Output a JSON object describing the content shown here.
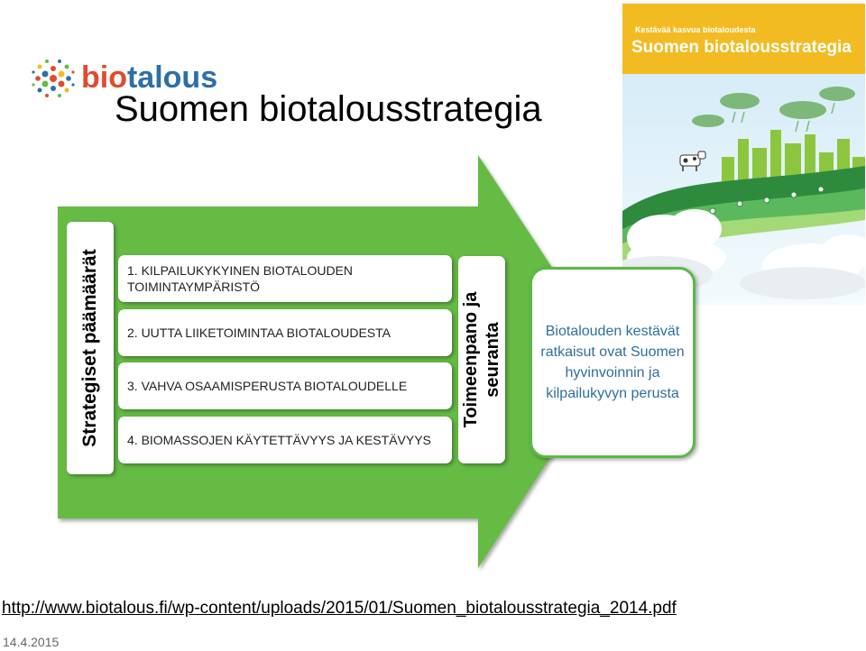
{
  "logo": {
    "text_bio": "bio",
    "text_talous": "talous"
  },
  "title": "Suomen biotalousstrategia",
  "cover": {
    "subtitle": "Kestävää kasvua biotaloudesta",
    "title": "Suomen biotalousstrategia"
  },
  "diagram": {
    "side_label": "Strategiset päämäärät",
    "goals": [
      "1. KILPAILUKYKYINEN BIOTALOUDEN TOIMINTAYMPÄRISTÖ",
      "2. UUTTA LIIKETOIMINTAA BIOTALOUDESTA",
      "3. VAHVA OSAAMISPERUSTA BIOTALOUDELLE",
      "4. BIOMASSOJEN KÄYTETTÄVYYS JA KESTÄVYYS"
    ],
    "mid_label": "Toimeenpano ja seuranta",
    "result": "Biotalouden kestävät ratkaisut ovat Suomen hyvinvoinnin ja kilpailukyvyn perusta"
  },
  "colors": {
    "arrow_green": "#66bb44",
    "arrow_dark": "#4e9a36",
    "accent_red": "#e04b2f",
    "accent_blue": "#2d6fa8",
    "cover_yellow": "#f2bb22"
  },
  "footer": {
    "url": "http://www.biotalous.fi/wp-content/uploads/2015/01/Suomen_biotalousstrategia_2014.pdf",
    "date": "14.4.2015"
  }
}
